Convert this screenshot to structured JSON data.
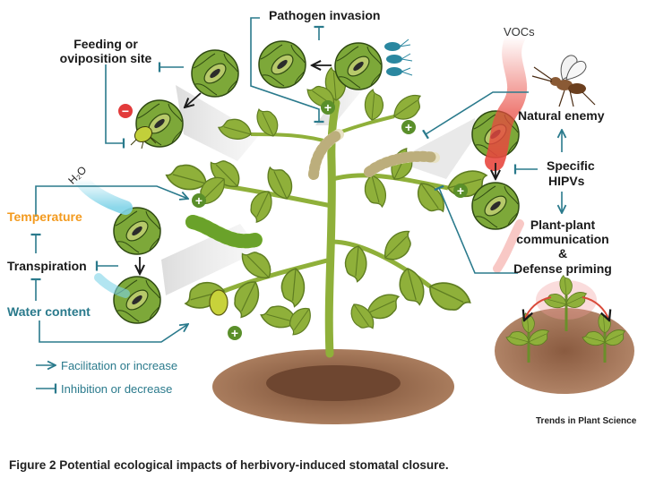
{
  "labels": {
    "pathogen_invasion": "Pathogen invasion",
    "feeding_line1": "Feeding or",
    "feeding_line2": "oviposition site",
    "vocs": "VOCs",
    "natural_enemy": "Natural enemy",
    "specific": "Specific",
    "hipvs": "HIPVs",
    "plant_plant_1": "Plant-plant",
    "plant_plant_2": "communication",
    "ampersand": "&",
    "defense_priming": "Defense priming",
    "h2o": "H₂O",
    "temperature": "Temperature",
    "transpiration": "Transpiration",
    "water_content": "Water content",
    "plus": "+",
    "minus": "−"
  },
  "legend": {
    "facilitation": "Facilitation or increase",
    "inhibition": "Inhibition or decrease"
  },
  "journal": "Trends in Plant Science",
  "caption": "Figure 2 Potential ecological impacts of herbivory-induced stomatal closure.",
  "colors": {
    "arrow_teal": "#2a7a8c",
    "temperature_orange": "#f39a1e",
    "leaf_green": "#8fb03a",
    "stomata_bg": "#7da839",
    "soil_brown": "#9a6b4b",
    "minus_red": "#e23b3b",
    "plus_green": "#5a8f2a"
  }
}
